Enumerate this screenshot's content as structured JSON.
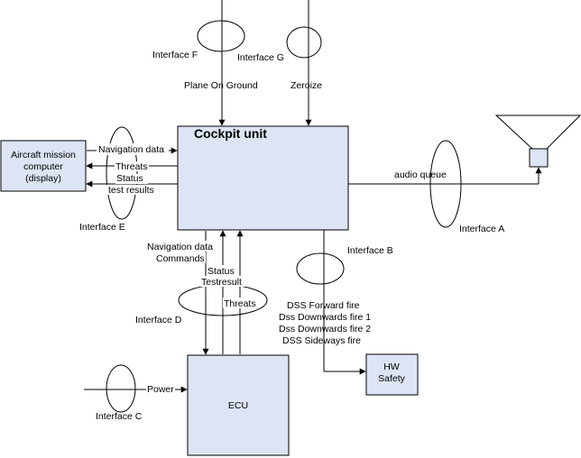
{
  "colors": {
    "box_fill": "#dde4f3",
    "stroke": "#000000"
  },
  "blocks": {
    "cockpit": "Cockpit unit",
    "mission_line1": "Aircraft mission",
    "mission_line2": "computer",
    "mission_line3": "(display)",
    "ecu": "ECU",
    "hw_line1": "HW",
    "hw_line2": "Safety"
  },
  "interfaces": {
    "a": "Interface A",
    "b": "Interface B",
    "c": "Interface C",
    "d": "Interface D",
    "e": "Interface E",
    "f": "Interface F",
    "g": "Interface G"
  },
  "signals": {
    "plane_on_ground": "Plane On Ground",
    "zeroize": "Zeroize",
    "navigation_data_e": "Navigation data",
    "threats_e": "Threats",
    "status_e": "Status",
    "test_results_e": "test results",
    "audio_queue": "audio queue",
    "navigation_data_d": "Navigation data",
    "commands_d": "Commands",
    "status_d": "Status",
    "testresult_d": "Testresult",
    "threats_d": "Threats",
    "dss_forward": "DSS Forward fire",
    "dss_down1": "Dss Downwards fire 1",
    "dss_down2": "Dss Downwards fire 2",
    "dss_sideways": "DSS Sideways fire",
    "power": "Power"
  }
}
